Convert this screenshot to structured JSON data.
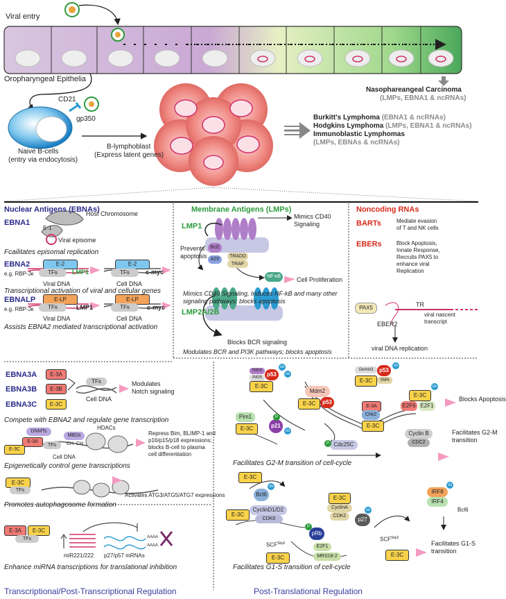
{
  "top": {
    "viral_entry": "Viral entry",
    "epithelia": "Oropharyngeal Epithelia",
    "cd21": "CD21",
    "gp350": "gp350",
    "naive_b": "Naive B-cells",
    "naive_b_sub": "(entry via endocytosis)",
    "lymphoblast": "B-lymphoblast",
    "lymphoblast_sub": "(Express latent genes)",
    "npc_title": "Nasophareangeal Carcinoma",
    "npc_sub": "(LMPs, EBNA1 & ncRNAs)",
    "burkitt": "Burkitt's Lymphoma",
    "burkitt_sub": "(EBNA1 & ncRNAs)",
    "hodgkin": "Hodgkins Lymphoma",
    "hodgkin_sub": "(LMPs, EBNA1 & ncRNAs)",
    "immuno": "Immunoblastic Lymphomas",
    "immuno_sub": "(LMPs, EBNAs & ncRNAs)"
  },
  "ebna": {
    "header": "Nuclear Antigens (EBNAs)",
    "ebna1": "EBNA1",
    "host_chromosome": "Host Chromosome",
    "e1": "E-1",
    "viral_episome": "Viral episome",
    "ebna1_caption": "Fcailitates episomal replication",
    "ebna2": "EBNA2",
    "rbp1": "e.g. RBP-Jκ",
    "e2a": "E-2",
    "e2b": "E-2",
    "tfs1": "TFs",
    "tfs2": "TFs",
    "lmp1_green": "LMP1",
    "cmyc1": "c-myc",
    "viral_dna1": "Viral DNA",
    "cell_dna1": "Cell DNA",
    "ebna2_caption": "Transcriptional activation of viral and cellular genes",
    "ebnalp": "EBNALP",
    "rbp2": "e.g. RBP-Jκ",
    "elp1": "E-LP",
    "elp2": "E-LP",
    "tfs3": "TFs",
    "tfs4": "TFs",
    "lmp1_black": "LMP1",
    "cmyc2": "c-myc",
    "viral_dna2": "Viral DNA",
    "cell_dna2": "Cell DNA",
    "ebnalp_caption": "Assists EBNA2 mediated transcriptional activation",
    "ebna3a": "EBNA3A",
    "ebna3b": "EBNA3B",
    "ebna3c": "EBNA3C",
    "e3a": "E-3A",
    "e3b": "E-3B",
    "e3c": "E-3C",
    "tfs5": "TFs",
    "cell_dna3": "Cell DNA",
    "modulates": "Modulates",
    "notch": "Notch signaling",
    "ebna3_caption": "Compete with EBNA2 and regulate gene transcription",
    "dnmts": "DNMTs",
    "mbds": "MBDs",
    "hdacs": "HDACs",
    "ch3a": "CH",
    "ch3b": "CH",
    "e3a_2": "E-3A",
    "e3c_2": "E-3C",
    "tfs6": "TFs",
    "cell_dna4": "Cell DNA",
    "repress1": "Repress Bim, BLIMP-1 and",
    "repress2": "p16/p15/p18 expressions;",
    "repress3": "blocks B-cell to plasma",
    "repress4": "cell differentiation",
    "epi_caption": "Epigenetically control gene transcriptions",
    "e3c_3": "E-3C",
    "tfs7": "TFs",
    "atg": "Activates ATG3/ATG5/ATG7 expressions",
    "auto_caption": "Promotes autophagosome formation",
    "e3a_4": "E-3A",
    "e3c_4": "E-3C",
    "tfs8": "TFs",
    "mir": "miR221/222",
    "p27mrna": "p27/p57 mRNAs",
    "aaaa1": "AAAA",
    "aaaa2": "AAAA",
    "mirna_caption": "Enhance miRNA transcriptions for translational inhibition",
    "bottom_label": "Transcriptional/Post-Transcriptional Regulation"
  },
  "lmp": {
    "header": "Membrane Antigens (LMPs)",
    "lmp1": "LMP1",
    "mimics": "Mimics CD40",
    "signaling": "Signaling",
    "prevents": "Prevents",
    "apoptosis": "apoptosis",
    "bcl2": "Bcl2",
    "a20": "A20",
    "tradd": "TRADD",
    "traf": "TRAF",
    "nfkb": "NF-κB",
    "prolif": "Cell Proliferation",
    "lmp1_cap1": "Mimics CD40 Signaling, Induces NF-kB and many other",
    "lmp1_cap2": "signaling pathways; blocks apoptosis",
    "lmp2": "LMP2A/2B",
    "bcr": "Blocks BCR signaling",
    "lmp2_cap": "Modulates BCR and PI3K pathways; blocks apoptosis"
  },
  "nc": {
    "header": "Noncoding RNAs",
    "barts": "BARTs",
    "barts_desc1": "Mediate evasion",
    "barts_desc2": "of T and NK cells",
    "ebers": "EBERs",
    "ebers_desc1": "Block Apoptosis,",
    "ebers_desc2": "Innate Response,",
    "ebers_desc3": "Recruits PAX5 to",
    "ebers_desc4": "enhance viral",
    "ebers_desc5": "Replication",
    "pax5": "PAX5",
    "tr": "TR",
    "nascent1": "viral nascent",
    "nascent2": "transcript",
    "eber2": "EBER2",
    "replication": "viral DNA replication"
  },
  "g2m": {
    "ing4": "ING4",
    "ing5": "ING5",
    "p53a": "p53",
    "e3c_a": "E-3C",
    "mdm2": "Mdm2",
    "e3c_b": "E-3C",
    "p53b": "p53",
    "gemin3": "Gemin3",
    "p53c": "p53",
    "smn": "SMN",
    "e3c_c": "E-3C",
    "e3c_d": "E-3C",
    "e2f6": "E2F6",
    "e2f1": "E2F1",
    "blocks_apoptosis": "Blocks Apoptosis",
    "pim1": "Pim1",
    "e3c_e": "E-3C",
    "p21": "p21",
    "p_label": "P",
    "e3a": "E-3A",
    "chk2": "Chk2",
    "e3c_f": "E-3C",
    "cdc25c": "Cdc25C",
    "cyclinb": "Cyclin B",
    "cdc2": "CDC2",
    "facilitates1": "Facilitates G2-M",
    "facilitates2": "transition",
    "caption": "Facilitates G2-M transition of cell-cycle"
  },
  "g1s": {
    "e3c_a": "E-3C",
    "bcl6": "Bcl6",
    "e3c_b": "E-3C",
    "cyclind": "CyclinD1/D2",
    "cdk6": "CDK6",
    "e3c_c": "E-3C",
    "cyclina": "CyclinA",
    "cdk2": "CDK2",
    "p27": "p27",
    "prb": "pRb",
    "p_label": "P",
    "e2f1": "E2F1",
    "mrs": "MRS18-2",
    "scf1": "SCF",
    "scf1_sup": "Skp2",
    "e3c_d": "E-3C",
    "scf2": "SCF",
    "scf2_sup": "Skp2",
    "e3c_e": "E-3C",
    "irf8": "IRF8",
    "irf4": "IRF4",
    "bcl6_2": "Bcl6",
    "facilitates1": "Facilitates G1-S",
    "facilitates2": "transition",
    "caption": "Facilitates G1-S transition of cell-cycle",
    "bottom_label": "Post-Translational Regulation"
  },
  "ub_label": "Ub"
}
